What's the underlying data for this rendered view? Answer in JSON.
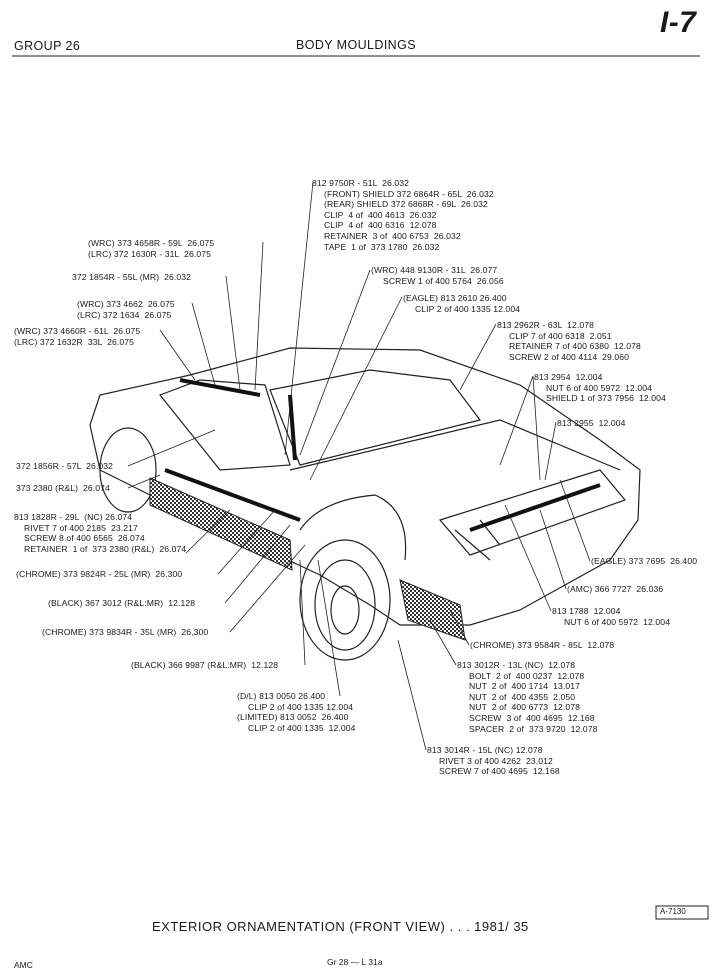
{
  "header": {
    "group": "GROUP 26",
    "title": "BODY MOULDINGS",
    "page_mark": "I-7"
  },
  "callouts": {
    "roof": [
      "812 9750R - 51L  26.032",
      "(FRONT) SHIELD 372 6864R - 65L  26.032",
      "(REAR) SHIELD 372 6868R - 69L  26.032",
      "CLIP  4 of  400 4613  26.032",
      "CLIP  4 of  400 6316  12.078",
      "RETAINER  3 of  400 6753  26.032",
      "TAPE  1 of  373 1780  26.032"
    ],
    "wrc_448": [
      "(WRC) 448 9130R - 31L  26.077",
      "SCREW 1 of 400 5764  26.056"
    ],
    "eagle_2610": [
      "(EAGLE) 813 2610 26.400",
      "CLIP 2 of 400 1335 12.004"
    ],
    "hood_2962": [
      "813 2962R - 63L  12.078",
      "CLIP 7 of 400 6318  2.051",
      "RETAINER 7 of 400 6380  12.078",
      "SCREW 2 of 400 4114  29.060"
    ],
    "hood_2954": [
      "813 2954  12.004",
      "NUT 6 of 400 5972  12.004",
      "SHIELD 1 of 373 7956  12.004"
    ],
    "hood_2955": [
      "813 2955  12.004"
    ],
    "wrc_4658": [
      "(WRC) 373 4658R - 59L  26.075",
      "(LRC) 372 1630R - 31L  26.075"
    ],
    "mr_1854": [
      "372 1854R - 55L (MR)  26.032"
    ],
    "wrc_4662": [
      "(WRC) 373 4662  26.075",
      "(LRC) 372 1634  26.075"
    ],
    "wrc_4660": [
      "(WRC) 373 4660R - 61L  26.075",
      "(LRC) 372 1632R  33L  26.075"
    ],
    "mr_1856": [
      "372 1856R - 57L  26.032"
    ],
    "rl_2380": [
      "373 2380 (R&L)  26.074"
    ],
    "nc_1828": [
      "813 1828R - 29L  (NC) 26.074",
      "RIVET 7 of 400 2185  23.217",
      "SCREW 8 of 400 6565  26.074",
      "RETAINER  1 of  373 2380 (R&L)  26.074"
    ],
    "chrome_9824": [
      "(CHROME) 373 9824R - 25L (MR)  26.300"
    ],
    "black_3012": [
      "(BLACK) 367 3012 (R&L:MR)  12.128"
    ],
    "chrome_9834": [
      "(CHROME) 373 9834R - 35L (MR)  26,300"
    ],
    "black_9987": [
      "(BLACK) 366 9987 (R&L:MR)  12.128"
    ],
    "dl_0050": [
      "(D/L) 813 0050 26.400",
      "CLIP 2 of 400 1335 12.004",
      "(LIMITED) 813 0052  26.400",
      "CLIP 2 of 400 1335  12.004"
    ],
    "eagle_7695": [
      "(EAGLE) 373 7695  26.400"
    ],
    "amc_7727": [
      "(AMC) 366 7727  26.036"
    ],
    "grille_1788": [
      "813 1788  12.004",
      "NUT 6 of 400 5972  12.004"
    ],
    "chrome_9584": [
      "(CHROME) 373 9584R - 85L  12.078"
    ],
    "nc_3012": [
      "813 3012R - 13L (NC)  12.078",
      "BOLT  2 of  400 0237  12.078",
      "NUT  2 of  400 1714  13.017",
      "NUT  2 of  400 4355  2.050",
      "NUT  2 of  400 6773  12.078",
      "SCREW  3 of  400 4695  12.168",
      "SPACER  2 of  373 9720  12.078"
    ],
    "nc_3014": [
      "813 3014R - 15L (NC) 12.078",
      "RIVET 3 of 400 4262  23,012",
      "SCREW 7 of 400 4695  12.168"
    ]
  },
  "footer": {
    "caption": "EXTERIOR ORNAMENTATION (FRONT VIEW) . . . 1981/ 35",
    "figure_id": "A-7130",
    "brand": "AMC",
    "ref": "Gr 28 — L 31a"
  }
}
